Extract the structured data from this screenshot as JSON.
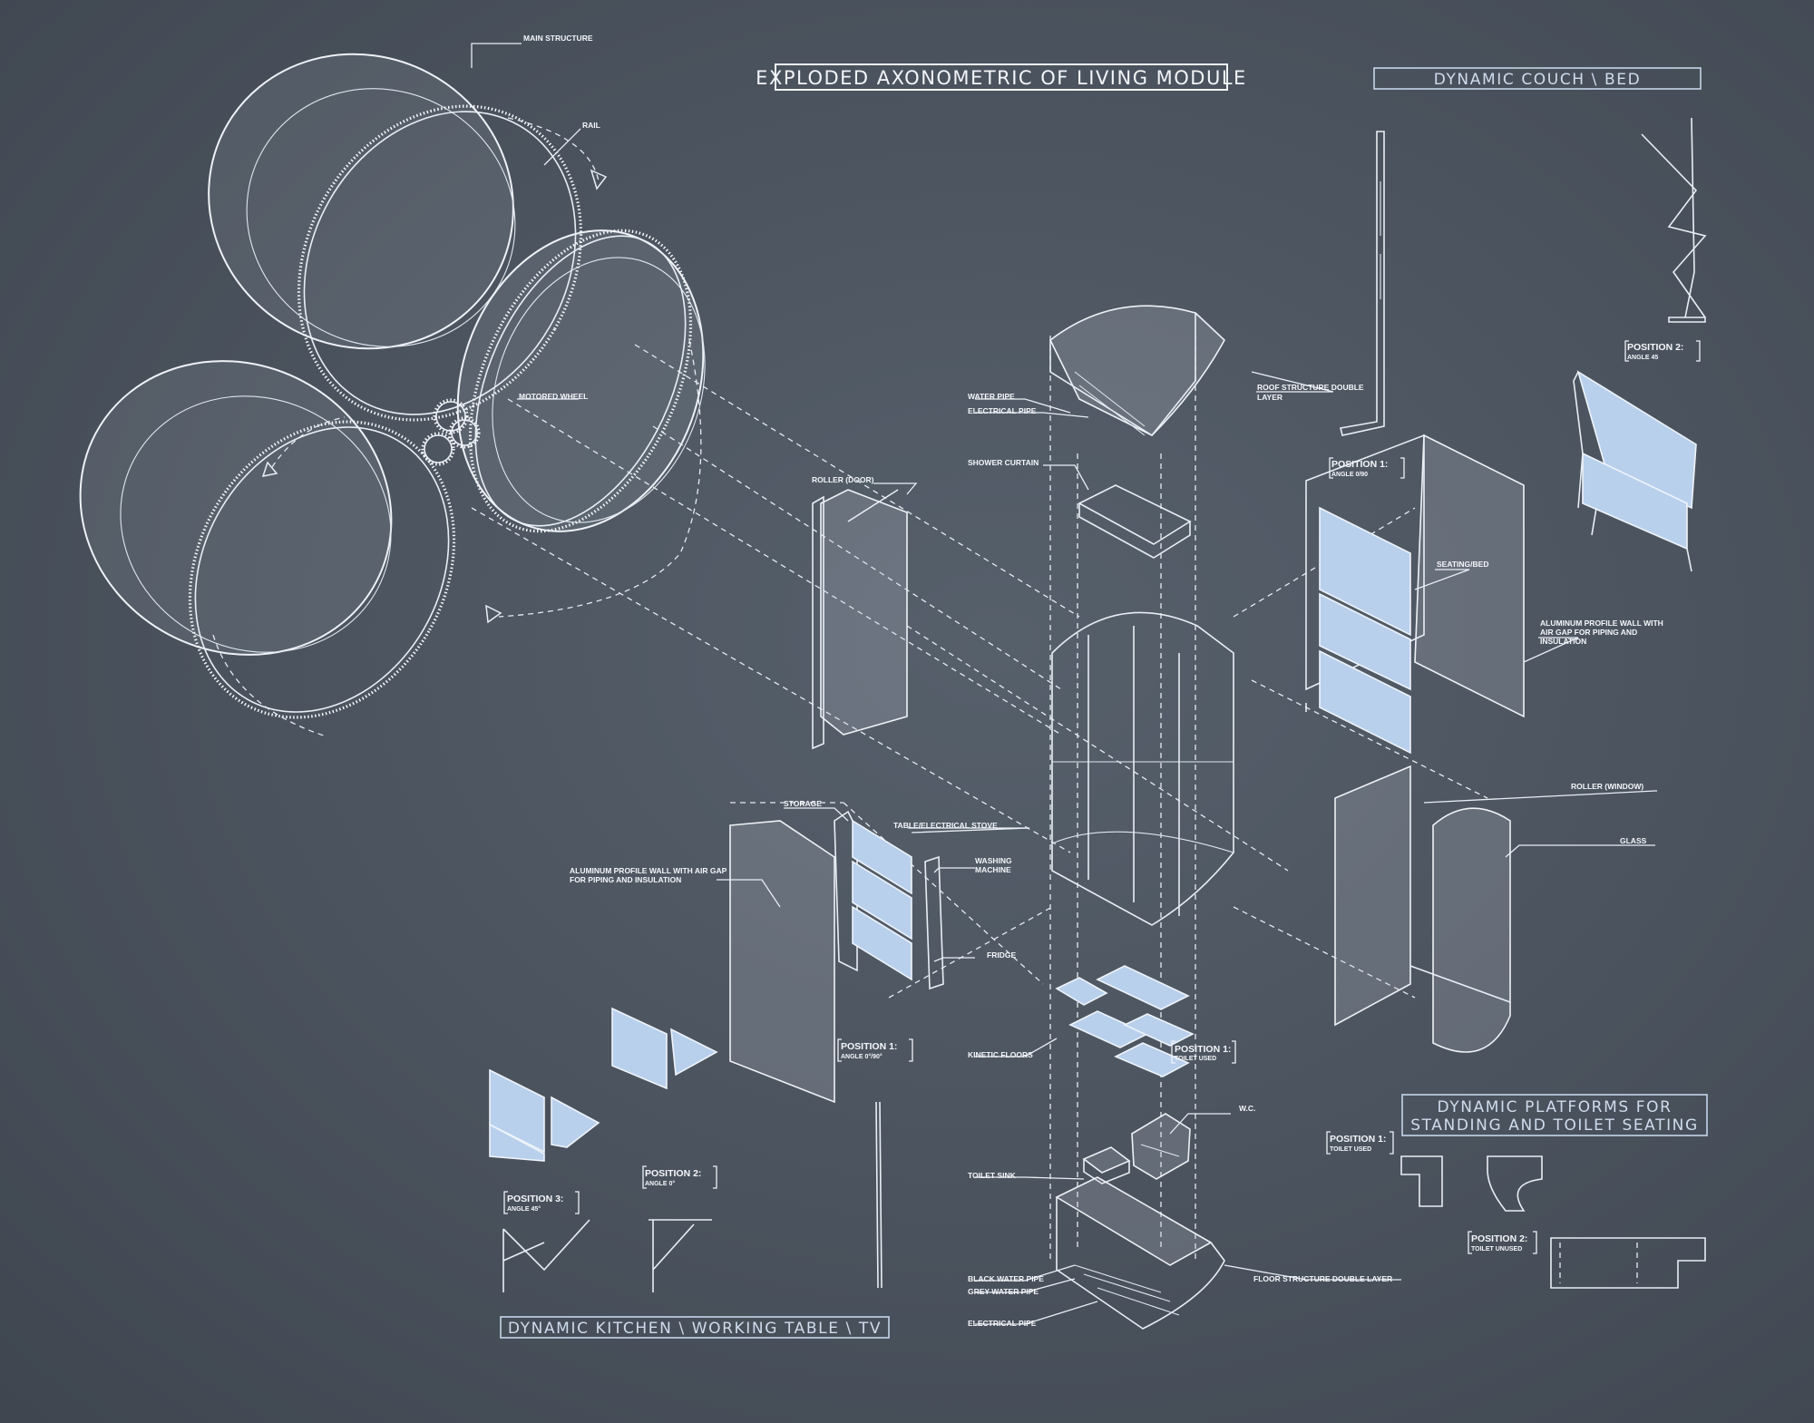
{
  "title": "EXPLODED AXONOMETRIC OF LIVING MODULE",
  "sections": {
    "couch_bed": "DYNAMIC COUCH \\ BED",
    "kitchen": "DYNAMIC KITCHEN \\ WORKING TABLE \\ TV",
    "platforms_line1": "DYNAMIC PLATFORMS FOR",
    "platforms_line2": "STANDING AND TOILET SEATING"
  },
  "labels": {
    "main_structure": "MAIN STRUCTURE",
    "rail": "RAIL",
    "motored_wheel": "MOTORED WHEEL",
    "roller_door": "ROLLER (DOOR)",
    "water_pipe": "WATER PIPE",
    "electrical_pipe": "ELECTRICAL PIPE",
    "shower_curtain": "SHOWER CURTAIN",
    "roof_structure_1": "ROOF STRUCTURE DOUBLE",
    "roof_structure_2": "LAYER",
    "seating_bed": "SEATING/BED",
    "alu_wall_right_1": "ALUMINUM PROFILE WALL WITH",
    "alu_wall_right_2": "AIR GAP FOR PIPING AND",
    "alu_wall_right_3": "INSULATION",
    "roller_window": "ROLLER (WINDOW)",
    "glass": "GLASS",
    "storage": "STORAGE",
    "table_stove": "TABLE/ELECTRICAL STOVE",
    "washing_machine_1": "WASHING",
    "washing_machine_2": "MACHINE",
    "fridge": "FRIDGE",
    "alu_wall_left_1": "ALUMINUM PROFILE WALL WITH AIR GAP",
    "alu_wall_left_2": "FOR PIPING AND INSULATION",
    "kinetic_floors": "KINETIC FLOORS",
    "wc": "W.C.",
    "toilet_sink": "TOILET SINK",
    "black_water_pipe": "BLACK WATER PIPE",
    "grey_water_pipe": "GREY WATER PIPE",
    "electrical_pipe_bottom": "ELECTRICAL PIPE",
    "floor_structure": "FLOOR STRUCTURE DOUBLE LAYER"
  },
  "positions": {
    "couch_pos2_title": "POSITION 2:",
    "couch_pos2_sub": "ANGLE 45",
    "couch_pos1_title": "POSITION 1:",
    "couch_pos1_sub": "ANGLE 0/90",
    "kitchen_pos1_title": "POSITION 1:",
    "kitchen_pos1_sub": "ANGLE 0°/90°",
    "kitchen_pos2_title": "POSITION 2:",
    "kitchen_pos2_sub": "ANGLE 0°",
    "kitchen_pos3_title": "POSITION 3:",
    "kitchen_pos3_sub": "ANGLE 45°",
    "floor_pos1_title": "POSITION 1:",
    "floor_pos1_sub": "TOILET USED",
    "plat_pos1_title": "POSITION 1:",
    "plat_pos1_sub": "TOILET USED",
    "plat_pos2_title": "POSITION 2:",
    "plat_pos2_sub": "TOILET UNUSED"
  },
  "colors": {
    "background": "#4a525d",
    "linework": "#e9eef5",
    "panel_highlight": "#b9d0ec",
    "section_title": "#cfdcec"
  }
}
